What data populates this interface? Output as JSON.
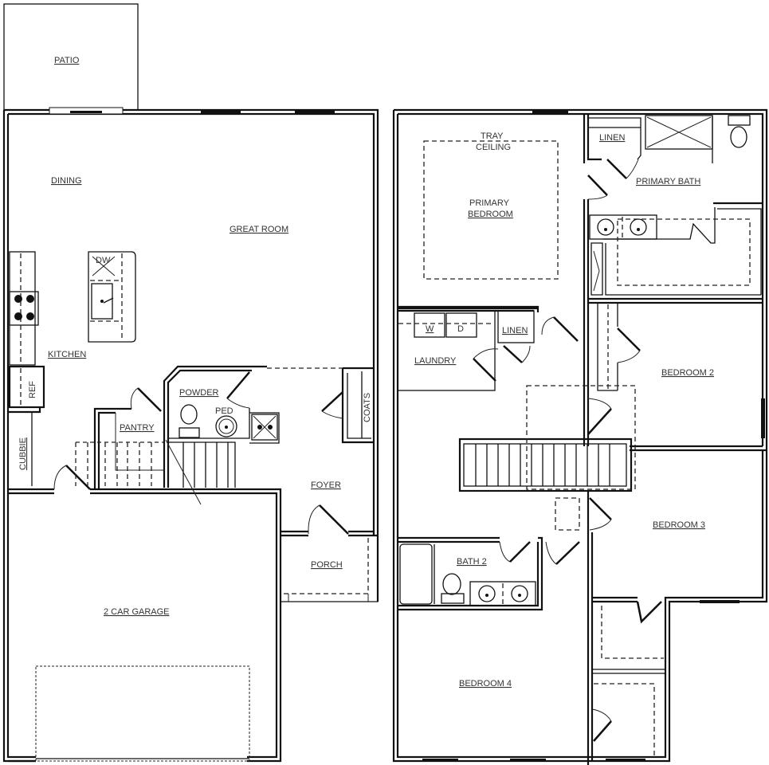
{
  "first_floor": {
    "rooms": {
      "patio": "PATIO",
      "dining": "DINING",
      "great_room": "GREAT ROOM",
      "kitchen": "KITCHEN",
      "ref": "REF",
      "cubbie": "CUBBIE",
      "pantry": "PANTRY",
      "powder": "POWDER",
      "ped": "PED",
      "coats": "COATS",
      "foyer": "FOYER",
      "porch": "PORCH",
      "garage": "2 CAR GARAGE",
      "dw": "DW"
    }
  },
  "second_floor": {
    "rooms": {
      "tray_ceiling_1": "TRAY",
      "tray_ceiling_2": "CEILING",
      "primary_bedroom_1": "PRIMARY",
      "primary_bedroom_2": "BEDROOM",
      "linen_primary": "LINEN",
      "primary_bath": "PRIMARY BATH",
      "laundry": "LAUNDRY",
      "washer": "W",
      "dryer": "D",
      "linen_hall": "LINEN",
      "bedroom2": "BEDROOM 2",
      "bedroom3": "BEDROOM 3",
      "bath2": "BATH 2",
      "bedroom4": "BEDROOM 4"
    }
  }
}
